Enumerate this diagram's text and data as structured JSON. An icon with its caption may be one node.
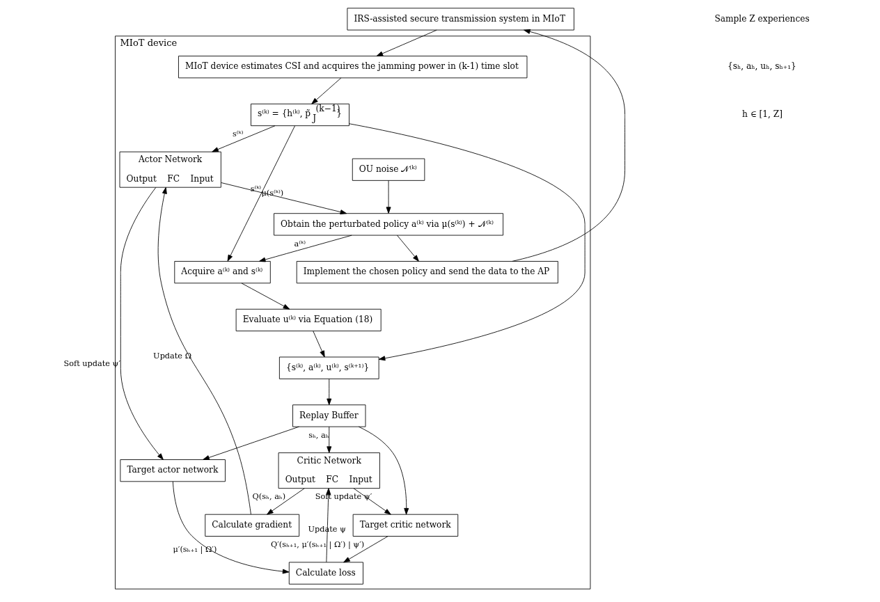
{
  "diagram": {
    "nodes": [
      {
        "text": [
          "IRS-assisted secure transmission system in MIoT"
        ]
      },
      {
        "text": [
          "MIoT device"
        ]
      },
      {
        "text": [
          "Implement the chosen policy and send the data to the AP"
        ],
        "in": 1
      },
      {
        "text": [
          "Obtain the perturbated policy a⁽ᵏ⁾ via μ(s⁽ᵏ⁾) + 𝒩⁽ᵏ⁾"
        ],
        "in": 1
      },
      {
        "text": [
          "OU noise 𝒩⁽ᵏ⁾"
        ],
        "in": 1
      },
      {
        "text": [
          "Actor Network",
          "Output",
          "FC",
          "Input"
        ],
        "in": 1
      },
      {
        "text": [
          "Calculate gradient"
        ],
        "in": 1
      },
      {
        "text": [
          "MIoT device estimates CSI and acquires the jamming power in (k-1) time slot"
        ],
        "in": 1
      },
      {
        "text": [
          "s⁽ᵏ⁾ = {h⁽ᵏ⁾, p̃$_{J}$$^{(k−1)}$}"
        ],
        "in": 1
      },
      {
        "text": [
          "Critic Network",
          "Output",
          "FC",
          "Input"
        ],
        "in": 1
      },
      {
        "text": [
          "Calculate loss"
        ],
        "in": 1
      },
      {
        "text": [
          "Acquire a⁽ᵏ⁾ and s⁽ᵏ⁾"
        ],
        "in": 1
      },
      {
        "text": [
          "Evaluate u⁽ᵏ⁾ via Equation (18)"
        ],
        "in": 1
      },
      {
        "text": [
          "{s⁽ᵏ⁾, a⁽ᵏ⁾, u⁽ᵏ⁾, s⁽ᵏ⁺¹⁾}"
        ],
        "in": 1
      },
      {
        "text": [
          "Replay Buffer"
        ],
        "in": 1
      },
      {
        "text": [
          "Target critic network"
        ],
        "in": 1
      },
      {
        "text": [
          "Target actor network"
        ],
        "in": 1
      }
    ],
    "edges": [
      {
        "from": 0,
        "to": 7,
        "arrow": "to"
      },
      {
        "from": 2,
        "to": 0,
        "arrow": "to"
      },
      {
        "from": 3,
        "to": 2,
        "arrow": "to"
      },
      {
        "from": 3,
        "to": 11,
        "arrow": "to",
        "label": "a⁽ᵏ⁾"
      },
      {
        "from": 8,
        "to": 11,
        "arrow": "to",
        "label": "s⁽ᵏ⁾"
      },
      {
        "from": 7,
        "to": 8,
        "arrow": "to"
      },
      {
        "from": 8,
        "to": 13,
        "arrow": "to"
      },
      {
        "from": 11,
        "to": 12,
        "arrow": "to"
      },
      {
        "from": 12,
        "to": 13,
        "arrow": "to"
      },
      {
        "from": 13,
        "to": 14,
        "arrow": "to"
      },
      {
        "from": 8,
        "to": 5,
        "arrow": "to",
        "label": "s⁽ᵏ⁾"
      },
      {
        "from": 5,
        "to": 3,
        "arrow": "to",
        "label": "μ(s⁽ᵏ⁾)"
      },
      {
        "from": 4,
        "to": 3,
        "arrow": "to"
      },
      {
        "from": 14,
        "to": 9,
        "arrow": "to",
        "label": "sₕ, aₕ"
      },
      {
        "from": 9,
        "to": 15,
        "arrow": "to",
        "label": "Soft update ψ′"
      },
      {
        "from": 14,
        "to": 15,
        "arrow": "to"
      },
      {
        "from": 14,
        "to": 16,
        "arrow": "to"
      },
      {
        "from": 15,
        "to": 10,
        "arrow": "to",
        "label": "Q′(sₕ₊₁, μ′(sₕ₊₁ | Ω′) | ψ′)"
      },
      {
        "from": 16,
        "to": 10,
        "arrow": "to",
        "label": "μ′(sₕ₊₁ | Ω′)"
      },
      {
        "from": 10,
        "to": 9,
        "arrow": "to",
        "label": "Update ψ"
      },
      {
        "from": 6,
        "to": 5,
        "arrow": "to",
        "label": "Update Ω"
      },
      {
        "from": 9,
        "to": 6,
        "arrow": "to",
        "label": "Q(sₕ, aₕ)"
      },
      {
        "from": 5,
        "to": 16,
        "arrow": "to",
        "label": "Soft update ψ′"
      }
    ],
    "labels": [
      "Sample Z experiences",
      "{sₕ, aₕ, uₕ, sₕ₊₁}",
      "h ∈ [1, Z]"
    ]
  }
}
